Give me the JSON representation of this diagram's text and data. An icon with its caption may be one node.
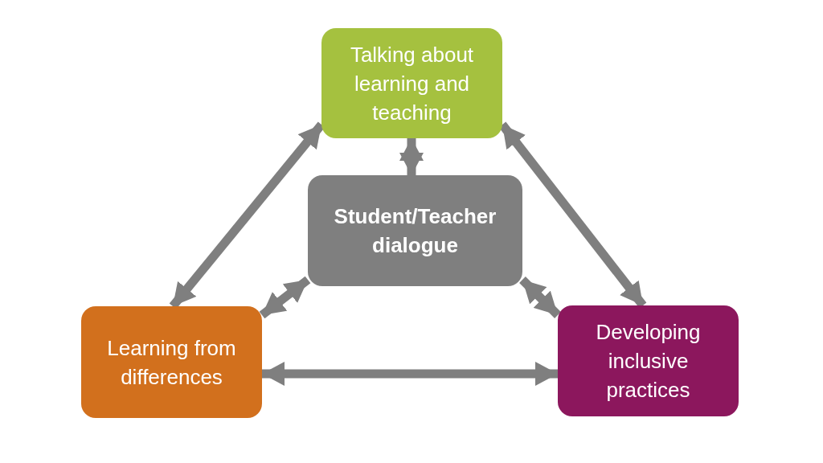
{
  "diagram": {
    "nodes": [
      {
        "text": [
          "Talking about learning and teaching"
        ]
      },
      {
        "text": [
          "Student/Teacher dialogue"
        ]
      },
      {
        "text": [
          "Learning from differences"
        ]
      },
      {
        "text": [
          "Developing inclusive practices"
        ]
      }
    ],
    "edges": [
      {
        "from": 0,
        "to": 1,
        "arrow": "both"
      },
      {
        "from": 0,
        "to": 2,
        "arrow": "both"
      },
      {
        "from": 0,
        "to": 3,
        "arrow": "both"
      },
      {
        "from": 1,
        "to": 2,
        "arrow": "both"
      },
      {
        "from": 1,
        "to": 3,
        "arrow": "both"
      },
      {
        "from": 2,
        "to": 3,
        "arrow": "both"
      }
    ]
  }
}
